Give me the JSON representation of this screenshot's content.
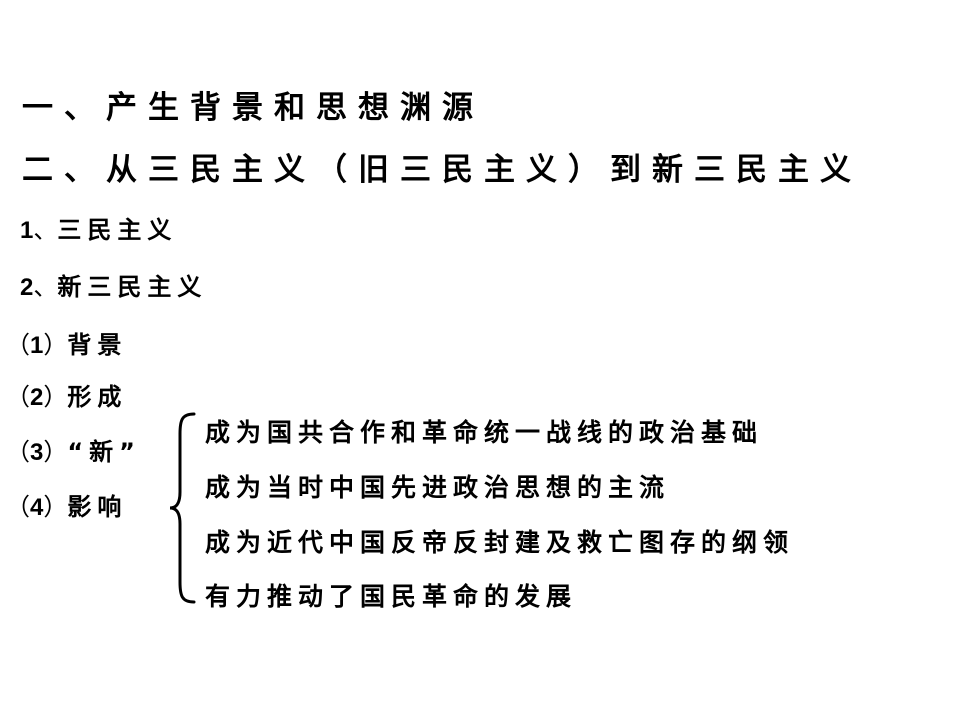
{
  "heading_1": "一、产生背景和思想渊源",
  "heading_2": "二、从三民主义（旧三民主义）到新三民主义",
  "sub_1": {
    "num": "1",
    "sep": "、",
    "text": "三民主义"
  },
  "sub_2": {
    "num": "2",
    "sep": "、",
    "text": "新三民主义"
  },
  "points": [
    {
      "open": "（",
      "num": "1",
      "close": "）",
      "text": "背景"
    },
    {
      "open": "（",
      "num": "2",
      "close": "）",
      "text": "形成"
    },
    {
      "open": "（",
      "num": "3",
      "close": "）",
      "text": "“新”"
    },
    {
      "open": "（",
      "num": "4",
      "close": "）",
      "text": "影响"
    }
  ],
  "influence_items": [
    "成为国共合作和革命统一战线的政治基础",
    "成为当时中国先进政治思想的主流",
    "成为近代中国反帝反封建及救亡图存的纲领",
    "有力推动了国民革命的发展"
  ]
}
